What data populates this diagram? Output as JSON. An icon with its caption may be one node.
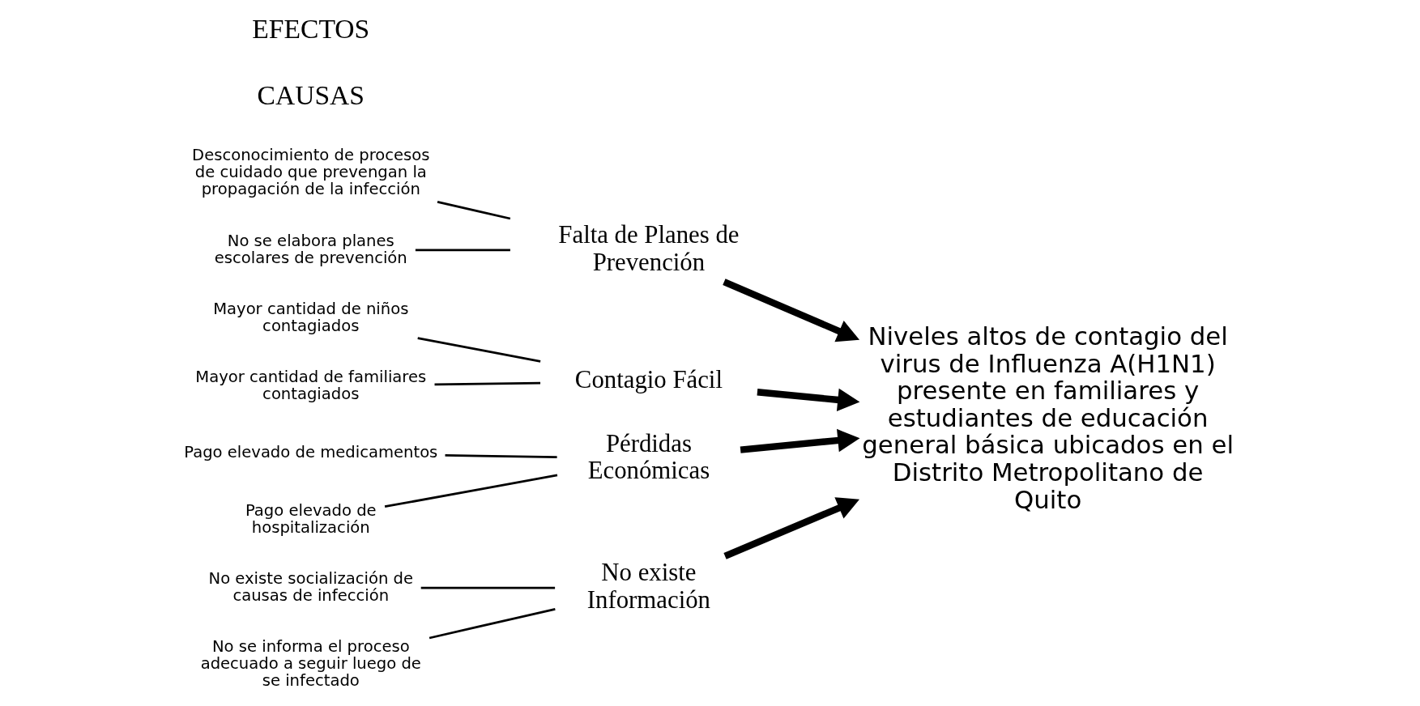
{
  "diagram": {
    "nodes": [
      {
        "text": [
          "No existe Información"
        ]
      },
      {
        "text": [
          "Falta de Planes de Prevención"
        ]
      },
      {
        "text": [
          "No existe socialización de causas de infección"
        ]
      },
      {
        "text": [
          "No se informa el proceso adecuado a seguir luego de se infectado"
        ]
      },
      {
        "text": [
          "Desconocimiento de procesos de cuidado que prevengan la propagación de la infección"
        ]
      },
      {
        "text": [
          "No se elabora planes escolares de prevención"
        ]
      },
      {
        "text": [
          "Niveles altos de contagio del virus de Influenza A(H1N1) presente en familiares y estudiantes de educación general básica ubicados en el Distrito Metropolitano de Quito"
        ]
      },
      {
        "text": [
          "Mayor cantidad de niños contagiados"
        ]
      },
      {
        "text": [
          "Mayor cantidad de familiares contagiados"
        ]
      },
      {
        "text": [
          "Pago elevado de medicamentos"
        ]
      },
      {
        "text": [
          "Pago elevado de hospitalización"
        ]
      },
      {
        "text": [
          "Contagio Fácil"
        ]
      },
      {
        "text": [
          "Pérdidas Económicas"
        ]
      }
    ],
    "edges": [
      {
        "from": 2,
        "to": 0,
        "arrow": "none"
      },
      {
        "from": 3,
        "to": 0,
        "arrow": "none"
      },
      {
        "from": 4,
        "to": 1,
        "arrow": "none"
      },
      {
        "from": 5,
        "to": 1,
        "arrow": "none"
      },
      {
        "from": 0,
        "to": 6,
        "arrow": "to",
        "style": "thick"
      },
      {
        "from": 1,
        "to": 6,
        "arrow": "to",
        "style": "thick"
      },
      {
        "from": 11,
        "to": 6,
        "arrow": "to",
        "style": "thick"
      },
      {
        "from": 12,
        "to": 6,
        "arrow": "to",
        "style": "thick"
      },
      {
        "from": 7,
        "to": 11,
        "arrow": "none"
      },
      {
        "from": 8,
        "to": 11,
        "arrow": "none"
      },
      {
        "from": 9,
        "to": 12,
        "arrow": "none"
      },
      {
        "from": 10,
        "to": 12,
        "arrow": "none"
      }
    ],
    "labels": [
      "CAUSAS",
      "EFECTOS"
    ]
  }
}
